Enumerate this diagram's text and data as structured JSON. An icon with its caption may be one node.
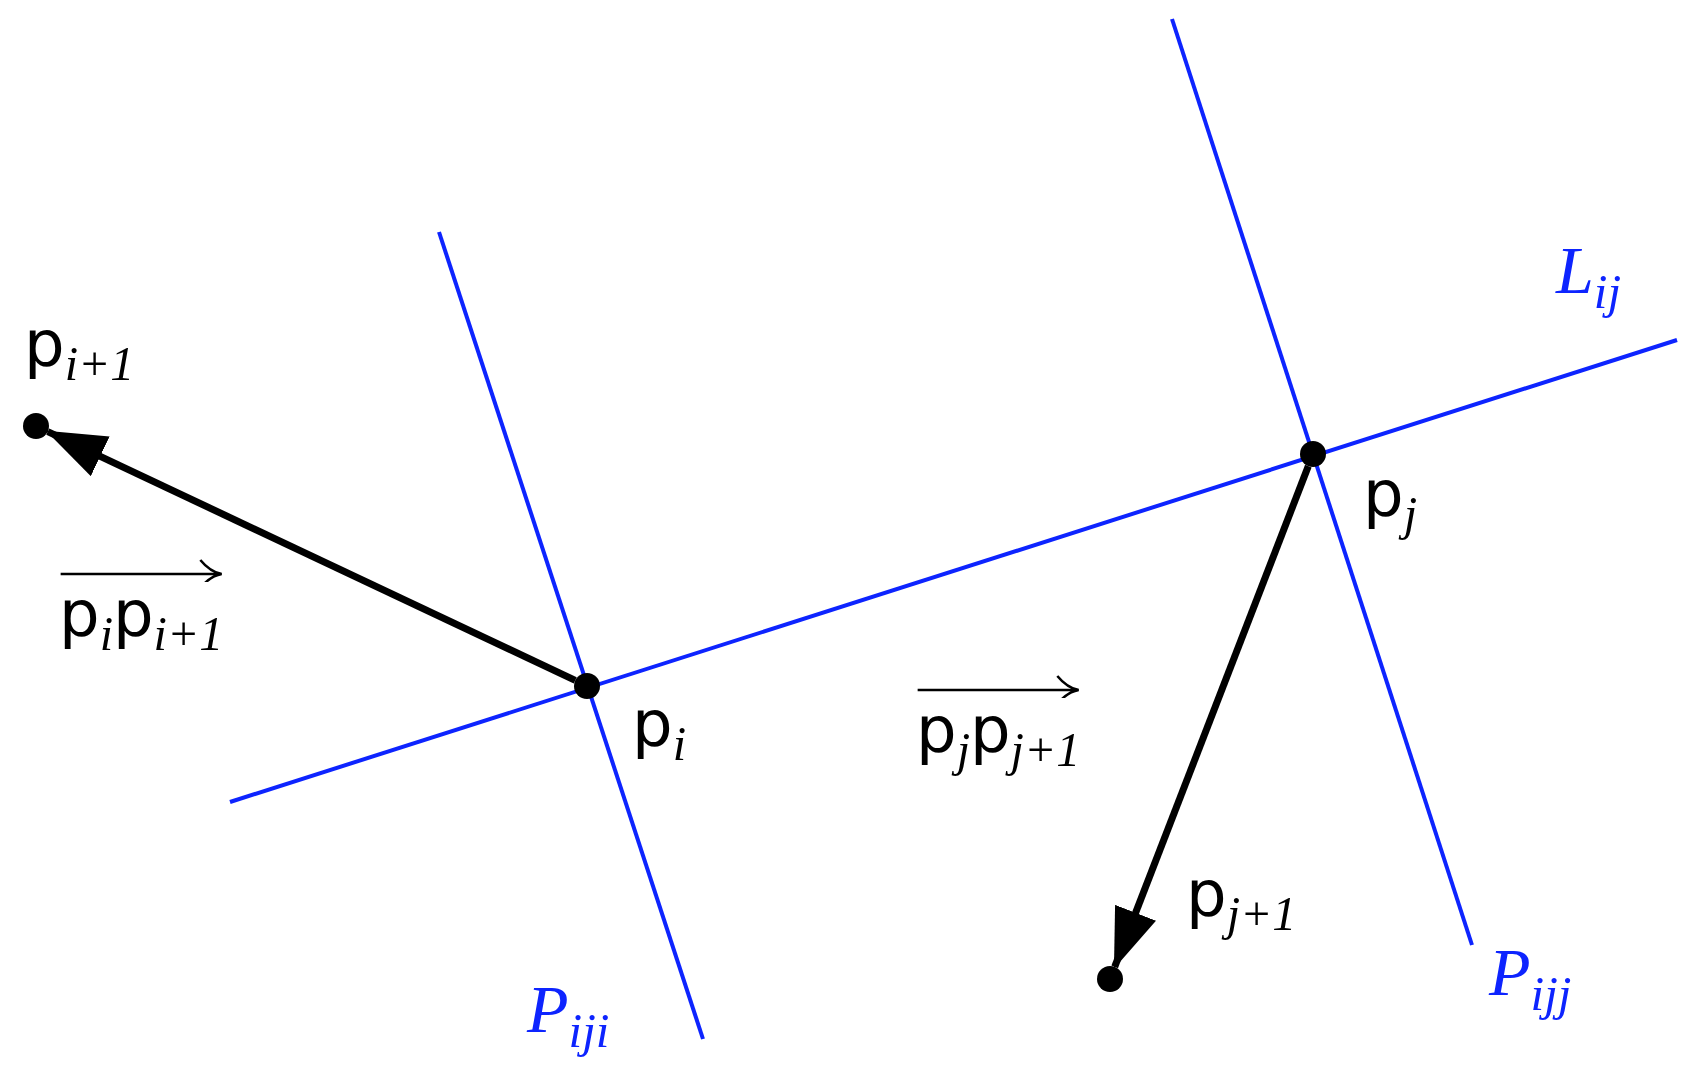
{
  "diagram": {
    "nodes": [
      {
        "text": [],
        "shape": "circle",
        "beside": [
          "p$_{i+1}$"
        ]
      },
      {
        "text": [],
        "shape": "circle",
        "beside": [
          "p$_{i}$"
        ]
      },
      {
        "text": [],
        "shape": "circle",
        "beside": [
          "p$_{j}$"
        ]
      },
      {
        "text": [],
        "shape": "circle",
        "beside": [
          "p$_{j+1}$"
        ]
      }
    ],
    "edges": [
      {
        "from": 1,
        "to": 0,
        "arrow": "to",
        "label": "p$_{i}$p$_{i+1}$"
      },
      {
        "from": 2,
        "to": 3,
        "arrow": "to",
        "label": "p$_{j}$p$_{j+1}$"
      }
    ],
    "labels": [
      "L$_{ij}$",
      "P$_{iji}$",
      "P$_{ijj}$"
    ]
  }
}
